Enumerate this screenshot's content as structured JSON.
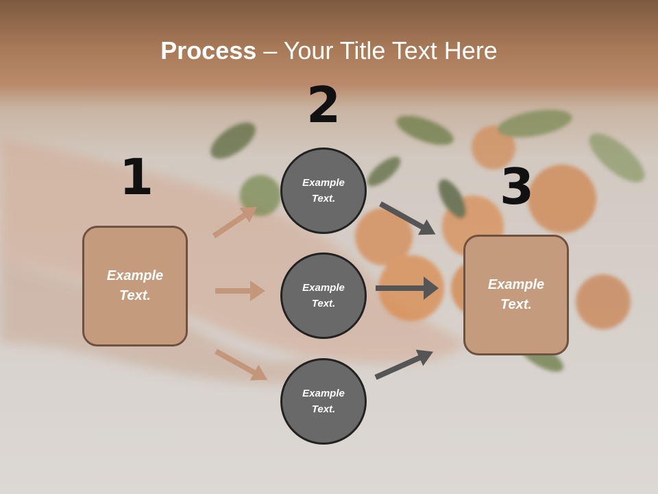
{
  "title": {
    "bold": "Process",
    "rest": " – Your Title Text Here"
  },
  "steps": {
    "one": "1",
    "two": "2",
    "three": "3"
  },
  "boxes": {
    "left": "Example\nText.",
    "right": "Example\nText."
  },
  "circles": {
    "top": "Example\nText.",
    "middle": "Example\nText.",
    "bottom": "Example\nText."
  },
  "colors": {
    "box_fill": "#c59b7e",
    "box_border": "#6f5140",
    "circle_fill": "#696969",
    "circle_border": "#222222",
    "arrow_in": "#c4977a",
    "arrow_out": "#555555"
  }
}
